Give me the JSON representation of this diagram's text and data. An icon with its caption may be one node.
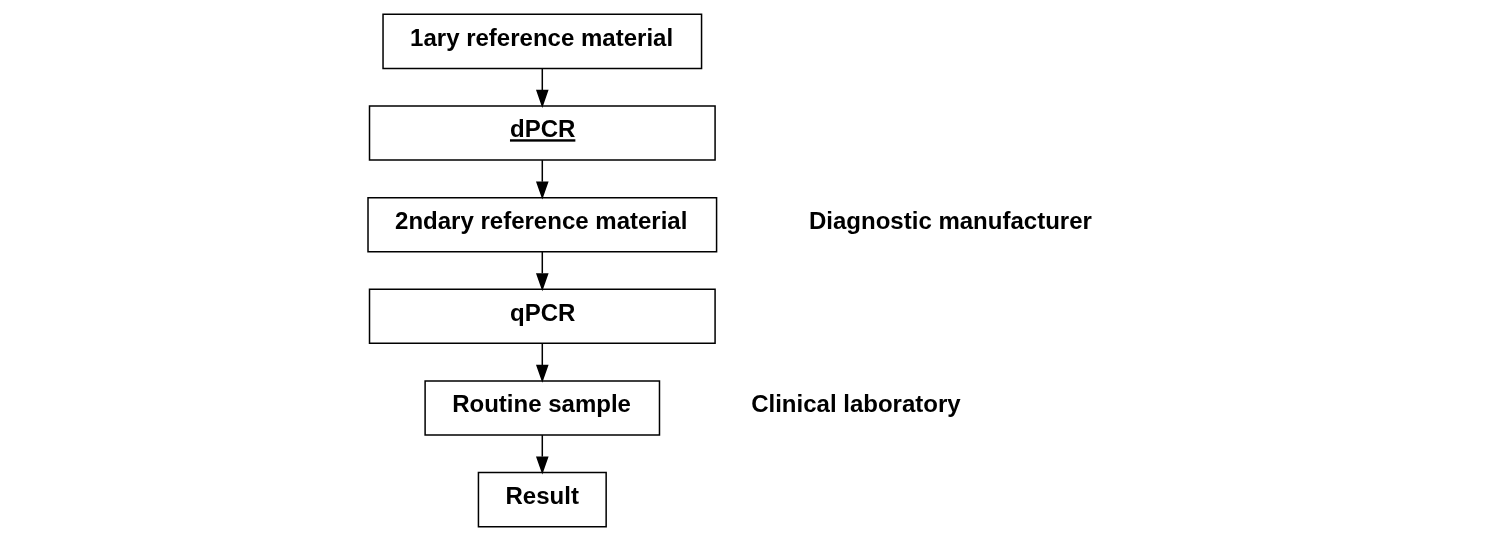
{
  "diagram": {
    "nodes": [
      {
        "text": [
          "1ary reference material"
        ]
      },
      {
        "text": [
          "dPCR"
        ]
      },
      {
        "text": [
          "2ndary reference material"
        ]
      },
      {
        "text": [
          "qPCR"
        ]
      },
      {
        "text": [
          "Routine sample"
        ]
      },
      {
        "text": [
          "Result"
        ]
      }
    ],
    "edges": [
      {
        "from": 0,
        "to": 1,
        "arrow": "to"
      },
      {
        "from": 1,
        "to": 2,
        "arrow": "to"
      },
      {
        "from": 2,
        "to": 3,
        "arrow": "to"
      },
      {
        "from": 3,
        "to": 4,
        "arrow": "to"
      },
      {
        "from": 4,
        "to": 5,
        "arrow": "to"
      }
    ],
    "labels": [
      "Diagnostic manufacturer",
      "Clinical laboratory"
    ]
  }
}
